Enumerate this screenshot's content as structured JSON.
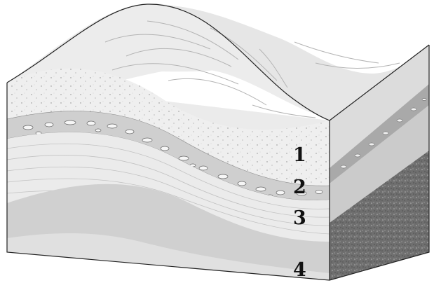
{
  "labels": [
    {
      "id": "layer-1",
      "text": "1"
    },
    {
      "id": "layer-2",
      "text": "2"
    },
    {
      "id": "layer-3",
      "text": "3"
    },
    {
      "id": "layer-4",
      "text": "4"
    }
  ],
  "colors": {
    "top_surface": "#ececec",
    "sandstone": "#efefef",
    "conglomerate": "#cfcfcf",
    "shale": "#ebebeb",
    "lower_band": "#d0d0d0",
    "bottom_band": "#e0e0e0",
    "right_face": "#c7c7c7",
    "right_dark": "#6f6f6f",
    "outline": "#222222"
  }
}
